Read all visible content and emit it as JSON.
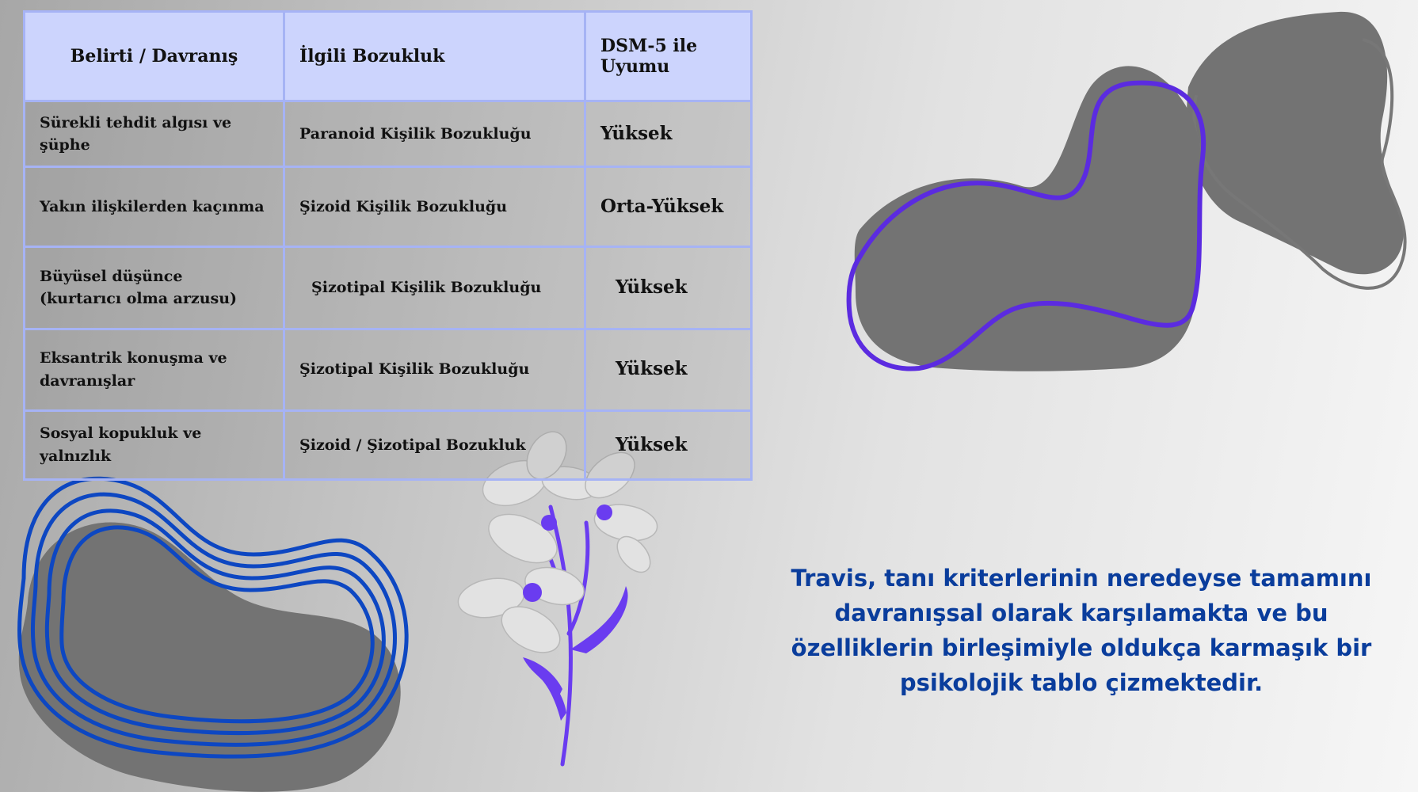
{
  "table": {
    "headers": [
      "Belirti / Davranış",
      "İlgili Bozukluk",
      "DSM-5 ile Uyumu"
    ],
    "rows": [
      [
        "Sürekli tehdit algısı ve şüphe",
        "Paranoid Kişilik Bozukluğu",
        "Yüksek"
      ],
      [
        "Yakın ilişkilerden kaçınma",
        "Şizoid Kişilik Bozukluğu",
        "Orta-Yüksek"
      ],
      [
        "Büyüsel düşünce (kurtarıcı olma arzusu)",
        "Şizotipal Kişilik Bozukluğu",
        "Yüksek"
      ],
      [
        "Eksantrik konuşma ve davranışlar",
        "Şizotipal Kişilik Bozukluğu",
        "Yüksek"
      ],
      [
        "Sosyal kopukluk ve yalnızlık",
        "Şizoid / Şizotipal Bozukluk",
        "Yüksek"
      ]
    ]
  },
  "caption": "Travis, tanı kriterlerinin neredeyse tamamını davranışsal olarak karşılamakta ve bu özelliklerin birleşimiyle oldukça karmaşık bir psikolojik tablo çizmektedir.",
  "colors": {
    "header_bg": "#ccd4fd",
    "border": "#a6b3f5",
    "caption": "#0a3d9c",
    "blob_gray": "#737373",
    "purple_outline": "#5b2be0",
    "blue_rings": "#0d47c2",
    "flower_stem": "#6a3cf0"
  },
  "decorations": {
    "top_right": [
      "gray-blob",
      "purple-outline",
      "gray-outline"
    ],
    "bottom_left": [
      "gray-blob",
      "blue-rings"
    ],
    "center": [
      "flower-illustration"
    ]
  }
}
